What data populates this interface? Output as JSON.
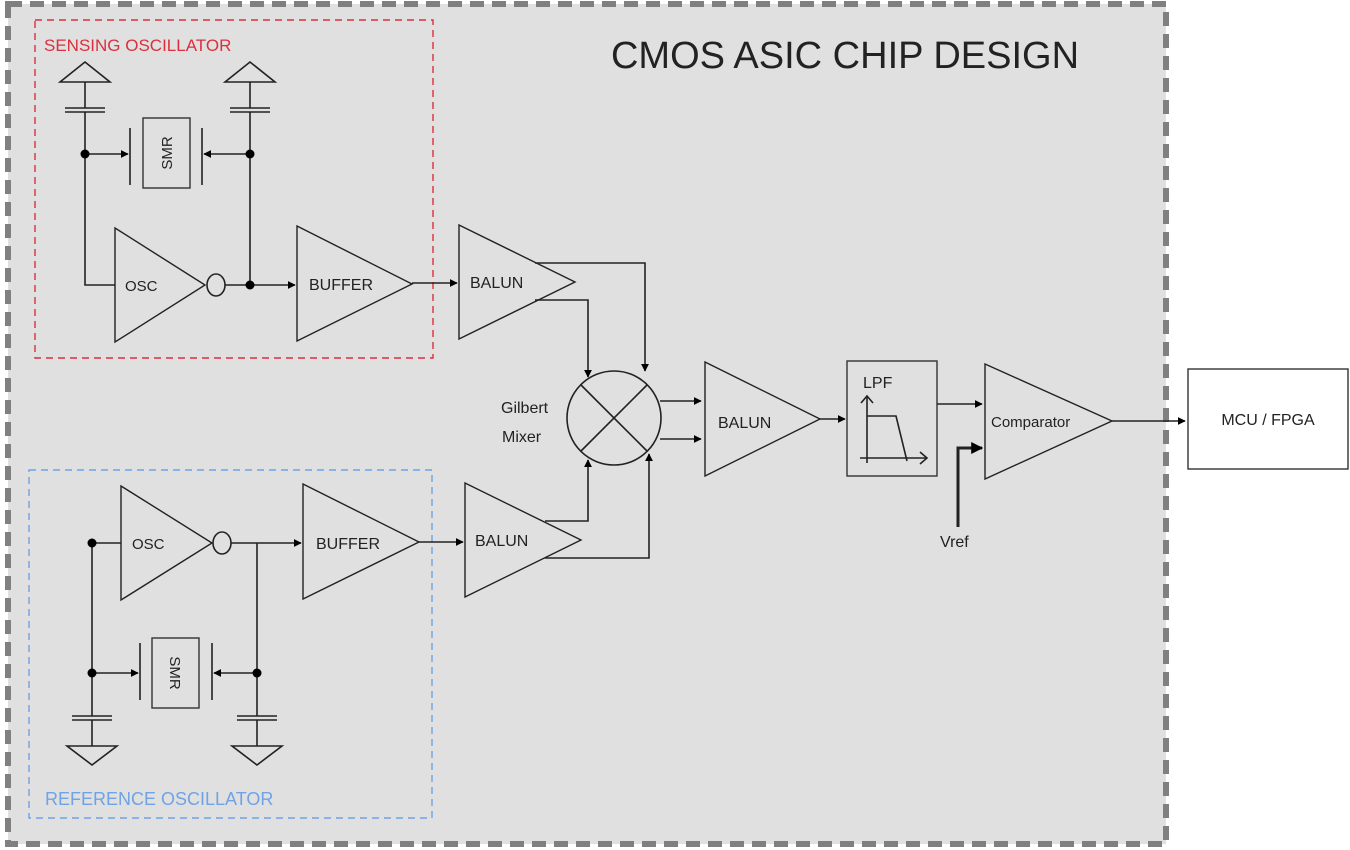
{
  "title": "CMOS ASIC CHIP DESIGN",
  "colors": {
    "chip_fill": "#e0e0e0",
    "chip_border": "#808080",
    "sensing_group": "#dc2f3d",
    "reference_group": "#6fa3e6",
    "wire": "#222222"
  },
  "groups": {
    "sensing": {
      "label": "SENSING OSCILLATOR"
    },
    "reference": {
      "label": "REFERENCE OSCILLATOR"
    }
  },
  "blocks": {
    "sensing_osc": "OSC",
    "sensing_buffer": "BUFFER",
    "sensing_smr": "SMR",
    "sensing_balun": "BALUN",
    "reference_osc": "OSC",
    "reference_buffer": "BUFFER",
    "reference_smr": "SMR",
    "reference_balun": "BALUN",
    "mixer_line1": "Gilbert",
    "mixer_line2": "Mixer",
    "output_balun": "BALUN",
    "lpf": "LPF",
    "comparator": "Comparator",
    "vref": "Vref",
    "external": "MCU / FPGA"
  }
}
